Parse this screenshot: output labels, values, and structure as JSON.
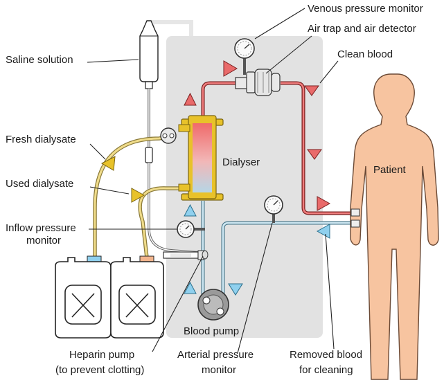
{
  "labels": {
    "venous_pressure_monitor": "Venous pressure monitor",
    "air_trap": "Air trap and air detector",
    "clean_blood": "Clean blood",
    "saline_solution": "Saline solution",
    "fresh_dialysate": "Fresh dialysate",
    "used_dialysate": "Used dialysate",
    "inflow_line1": "Inflow pressure",
    "inflow_line2": "monitor",
    "dialyser": "Dialyser",
    "patient": "Patient",
    "blood_pump": "Blood pump",
    "heparin_line1": "Heparin pump",
    "heparin_line2": "(to prevent clotting)",
    "arterial_line1": "Arterial pressure",
    "arterial_line2": "monitor",
    "removed_line1": "Removed blood",
    "removed_line2": "for cleaning"
  },
  "colors": {
    "clean_blood": "#c0392b",
    "arrow_red": "#e96a6a",
    "removed_blood": "#9ec4d6",
    "arrow_blue": "#8fd0ee",
    "dialysate_line": "#d4b44a",
    "arrow_yellow": "#e8c22a",
    "patient_skin": "#f7c4a0",
    "machine": "#e2e2e2"
  }
}
